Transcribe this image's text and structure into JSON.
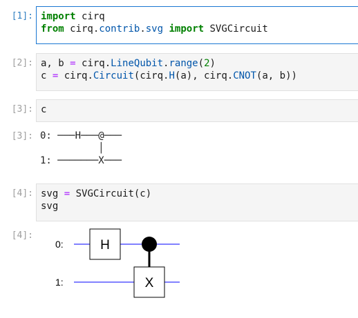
{
  "cells": [
    {
      "prompt": "[1]:",
      "lines": [
        [
          {
            "t": "import",
            "c": "kw"
          },
          {
            "t": " cirq"
          }
        ],
        [
          {
            "t": "from",
            "c": "kw"
          },
          {
            "t": " cirq."
          },
          {
            "t": "contrib",
            "c": "attr"
          },
          {
            "t": "."
          },
          {
            "t": "svg",
            "c": "attr"
          },
          {
            "t": " "
          },
          {
            "t": "import",
            "c": "kw"
          },
          {
            "t": " SVGCircuit"
          }
        ]
      ]
    },
    {
      "prompt": "[2]:",
      "lines": [
        [
          {
            "t": "a, b "
          },
          {
            "t": "=",
            "c": "op"
          },
          {
            "t": " cirq."
          },
          {
            "t": "LineQubit",
            "c": "attr"
          },
          {
            "t": "."
          },
          {
            "t": "range",
            "c": "attr"
          },
          {
            "t": "("
          },
          {
            "t": "2",
            "c": "num"
          },
          {
            "t": ")"
          }
        ],
        [
          {
            "t": "c "
          },
          {
            "t": "=",
            "c": "op"
          },
          {
            "t": " cirq."
          },
          {
            "t": "Circuit",
            "c": "attr"
          },
          {
            "t": "(cirq."
          },
          {
            "t": "H",
            "c": "attr"
          },
          {
            "t": "(a), cirq."
          },
          {
            "t": "CNOT",
            "c": "attr"
          },
          {
            "t": "(a, b))"
          }
        ]
      ]
    },
    {
      "prompt": "[3]:",
      "lines": [
        [
          {
            "t": "c"
          }
        ]
      ]
    },
    {
      "prompt": "[4]:",
      "lines": [
        [
          {
            "t": "svg "
          },
          {
            "t": "=",
            "c": "op"
          },
          {
            "t": " SVGCircuit(c)"
          }
        ],
        [
          {
            "t": "svg"
          }
        ]
      ]
    }
  ],
  "outputs": {
    "out3_prompt": "[3]:",
    "out3_text": "0: ───H───@───\n          │\n1: ───────X───",
    "out4_prompt": "[4]:",
    "svg_circuit": {
      "q0_label": "0:",
      "q1_label": "1:",
      "h_gate": "H",
      "x_gate": "X",
      "wire_color": "#0000ff"
    }
  }
}
